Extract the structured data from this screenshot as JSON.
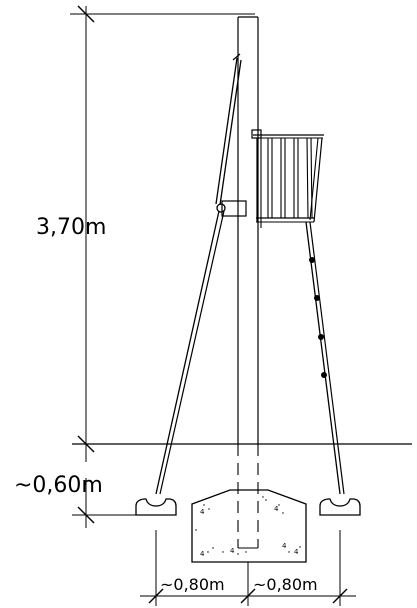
{
  "dimensions": {
    "height_above_ground": "3,70m",
    "foundation_depth": "~0,60m",
    "left_offset": "~0,80m",
    "right_offset": "~0,80m"
  }
}
